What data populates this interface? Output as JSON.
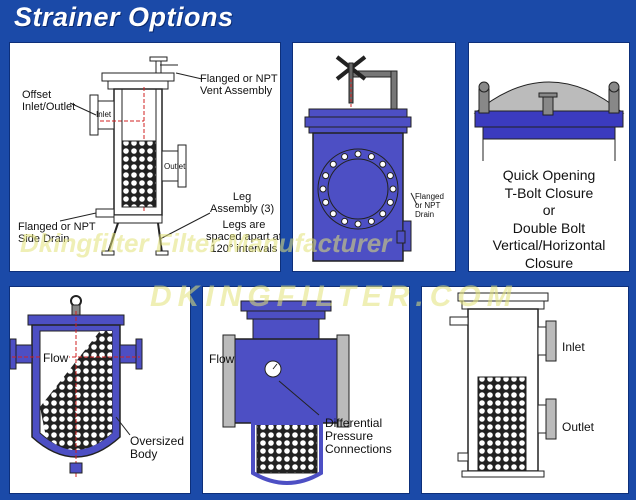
{
  "title": "Strainer Options",
  "panels": {
    "p1": {
      "offset": "Offset\nInlet/Outlet",
      "vent": "Flanged or NPT\nVent Assembly",
      "inlet": "Inlet",
      "outlet": "Outlet",
      "leg": "Leg\nAssembly (3)",
      "side_drain": "Flanged or NPT\nSide Drain",
      "legs_spaced": "Legs are\nspaced apart at\n120° intervals"
    },
    "p2": {
      "drain": "Flanged\nor NPT\nDrain"
    },
    "p3": {
      "closure": "Quick Opening\nT-Bolt Closure\nor\nDouble Bolt\nVertical/Horizontal\nClosure"
    },
    "p4": {
      "flow": "Flow",
      "body": "Oversized\nBody"
    },
    "p5": {
      "flow": "Flow",
      "dp": "Differential\nPressure\nConnections"
    },
    "p6": {
      "inlet": "Inlet",
      "outlet": "Outlet"
    }
  },
  "watermark": {
    "line1": "Dkingfilter Filter Manufacturer",
    "line2": "DKINGFILTER.COM"
  },
  "colors": {
    "background": "#1b4aa8",
    "body": "#4d4fc4",
    "outline": "#222222",
    "flow": "#d22020"
  }
}
